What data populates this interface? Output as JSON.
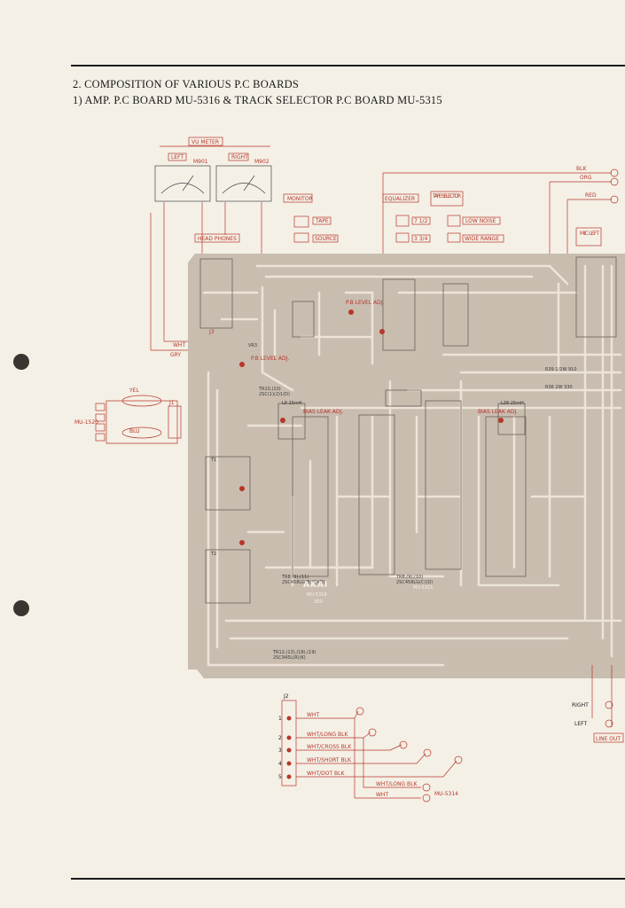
{
  "page": {
    "heading_section": "2. COMPOSITION OF VARIOUS P.C BOARDS",
    "heading_sub": "1) AMP. P.C BOARD MU-5316 & TRACK SELECTOR P.C BOARD MU-5315"
  },
  "colors": {
    "paper": "#f4f0e6",
    "board": "#c9bdb0",
    "trace": "#ece4d8",
    "red": "#b8362a",
    "ink": "#1a1a1a"
  },
  "labels": {
    "vu_meter": "VU METER",
    "left": "LEFT",
    "m901": "M901",
    "right": "RIGHT",
    "m902": "M902",
    "monitor": "MONITOR",
    "tape": "TAPE",
    "source": "SOURCE",
    "head_phones": "HEAD PHONES",
    "equalizer": "EQUALIZER",
    "tape_selector": "TAPE SELECTOR",
    "eq_712": "7 1/2",
    "eq_334": "3 3/4",
    "low_noise": "LOW NOISE",
    "wide_range": "WIDE RANGE",
    "mic_left": "MIC LEFT",
    "blk": "BLK",
    "org": "ORG",
    "red_w": "RED",
    "wht": "WHT",
    "gry": "GRY",
    "j1": "J1",
    "mu1520": "MU-1520",
    "yel": "YEL",
    "blu": "BLU",
    "j3": "J3",
    "vr3": "VR3",
    "pb_level_adj": "P.B LEVEL ADJ.",
    "bias_leak_adj": "BIAS LEAK ADJ.",
    "akai": "AKAI",
    "board_id": "MU-5316",
    "board_sub": "3ED",
    "sub_board": "MU-5315",
    "r39": "R39 1/2W 910",
    "r36": "R36 2W 330",
    "tr_a": "TR12,(13),(18),(19)",
    "tr_a2": "2SC945L(R)(K)",
    "tr_b": "TR8,(9),(11)",
    "tr_b2": "2SC458LG(B)(C)(D)",
    "tr_c": "TR8,(9),(10)",
    "tr_c2": "2SC458LG(C)(D)",
    "tr_d": "TR10,(10)",
    "tr_d2": "2SC(1)(2)1(D)",
    "t1": "T1 ",
    "t2": "T2 ",
    "l8": "L8 25mH",
    "l38": "L38 25mH",
    "j2": "J2",
    "right_out": "RIGHT",
    "left_out": "LEFT",
    "line_out": "LINE OUT",
    "w_wht": "WHT",
    "w_long": "WHT/LONG BLK",
    "w_cross": "WHT/CROSS BLK",
    "w_short": "WHT/SHORT BLK",
    "w_dot": "WHT/DOT BLK",
    "w_long2": "WHT/LONG BLK",
    "w_wht2": "WHT",
    "mu5314": "MU-5314",
    "pin1": "1",
    "pin2": "2",
    "pin3": "3",
    "pin4": "4",
    "pin5": "5"
  }
}
